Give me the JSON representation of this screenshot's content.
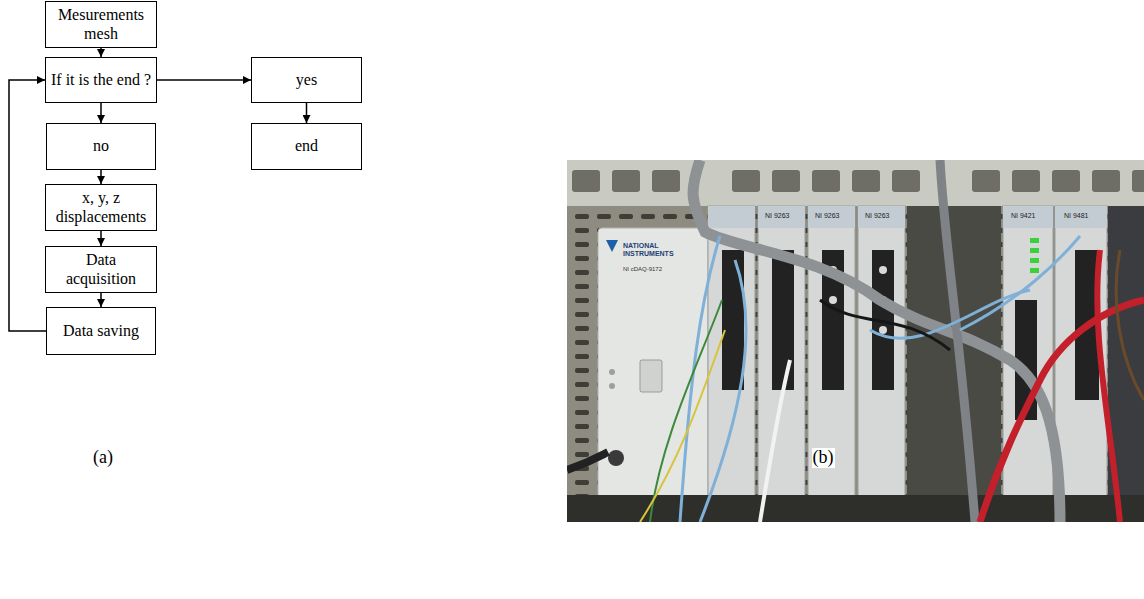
{
  "diagram": {
    "nodes": [
      {
        "text": [
          "Mesurements mesh"
        ]
      },
      {
        "text": [
          "If it is the end ?"
        ]
      },
      {
        "text": [
          "yes"
        ]
      },
      {
        "text": [
          "no"
        ]
      },
      {
        "text": [
          "end"
        ]
      },
      {
        "text": [
          "x, y, z displacements"
        ]
      },
      {
        "text": [
          "Data acquisition"
        ]
      },
      {
        "text": [
          "Data saving"
        ]
      }
    ],
    "edges": [
      {
        "from": 0,
        "to": 1,
        "arrow": "to"
      },
      {
        "from": 1,
        "to": 2,
        "arrow": "to"
      },
      {
        "from": 1,
        "to": 3,
        "arrow": "to"
      },
      {
        "from": 2,
        "to": 4,
        "arrow": "to"
      },
      {
        "from": 3,
        "to": 5,
        "arrow": "to"
      },
      {
        "from": 5,
        "to": 6,
        "arrow": "to"
      },
      {
        "from": 6,
        "to": 7,
        "arrow": "to"
      },
      {
        "from": 7,
        "to": 1,
        "arrow": "to"
      }
    ],
    "labels": [
      "(a)",
      "(b)",
      "NATIONAL INSTRUMENTS",
      "NI cDAQ-9172",
      "NI 9263",
      "NI 9263",
      "NI 9263",
      "NI 9421",
      "NI 9481"
    ]
  }
}
